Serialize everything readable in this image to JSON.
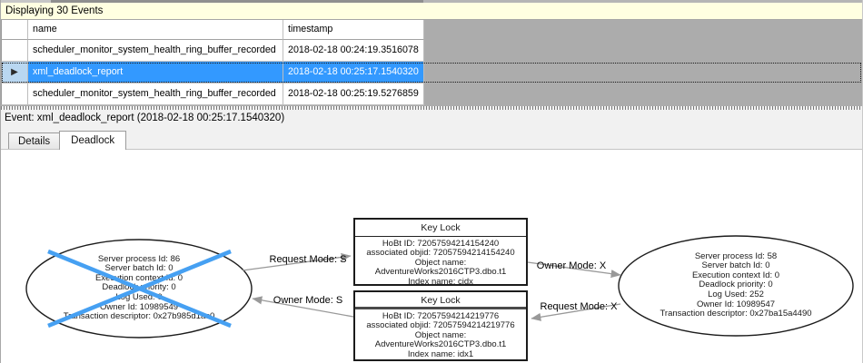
{
  "info_bar": {
    "text": "Displaying 30 Events"
  },
  "table": {
    "columns": [
      "name",
      "timestamp"
    ],
    "selected_marker": "▶",
    "rows": [
      {
        "name": "scheduler_monitor_system_health_ring_buffer_recorded",
        "timestamp": "2018-02-18 00:24:19.3516078",
        "selected": false
      },
      {
        "name": "xml_deadlock_report",
        "timestamp": "2018-02-18 00:25:17.1540320",
        "selected": true
      },
      {
        "name": "scheduler_monitor_system_health_ring_buffer_recorded",
        "timestamp": "2018-02-18 00:25:19.5276859",
        "selected": false
      }
    ]
  },
  "event_bar": {
    "text": "Event: xml_deadlock_report (2018-02-18 00:25:17.1540320)"
  },
  "tabs": {
    "items": [
      {
        "label": "Details"
      },
      {
        "label": "Deadlock"
      }
    ],
    "active": "Deadlock"
  },
  "graph": {
    "left_process": {
      "victim": true,
      "lines": [
        "Server process Id: 86",
        "Server batch Id: 0",
        "Execution context Id: 0",
        "Deadlock priority: 0",
        "Log Used: 0",
        "Owner Id: 10989549",
        "Transaction descriptor: 0x27b985d1ac0"
      ]
    },
    "right_process": {
      "victim": false,
      "lines": [
        "Server process Id: 58",
        "Server batch Id: 0",
        "Execution context Id: 0",
        "Deadlock priority: 0",
        "Log Used: 252",
        "Owner Id: 10989547",
        "Transaction descriptor: 0x27ba15a4490"
      ]
    },
    "top_lock": {
      "title": "Key Lock",
      "lines": [
        "HoBt ID: 72057594214154240",
        "associated objid: 72057594214154240",
        "Object name: AdventureWorks2016CTP3.dbo.t1",
        "Index name: cidx"
      ]
    },
    "bottom_lock": {
      "title": "Key Lock",
      "lines": [
        "HoBt ID: 72057594214219776",
        "associated objid: 72057594214219776",
        "Object name: AdventureWorks2016CTP3.dbo.t1",
        "Index name: idx1"
      ]
    },
    "edges": [
      {
        "id": "request-s",
        "label": "Request Mode: S"
      },
      {
        "id": "owner-s",
        "label": "Owner Mode: S"
      },
      {
        "id": "owner-x",
        "label": "Owner Mode: X"
      },
      {
        "id": "request-x",
        "label": "Request Mode: X"
      }
    ]
  },
  "colors": {
    "selection_blue": "#3399ff",
    "victim_x_blue": "#46a0f2",
    "info_bar_yellow": "#ffffe1",
    "grid_unused_gray": "#acacac",
    "edge_gray": "#999999"
  }
}
